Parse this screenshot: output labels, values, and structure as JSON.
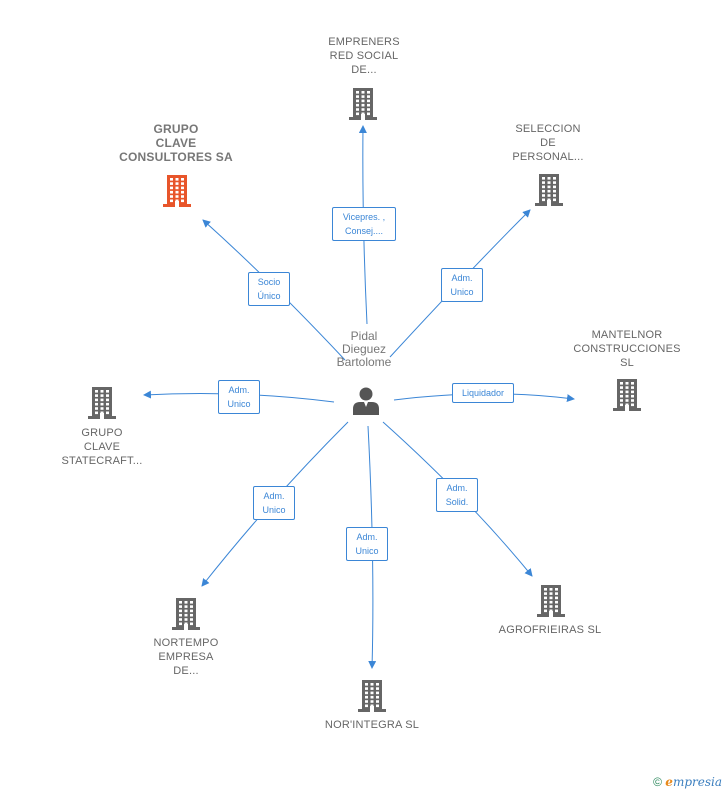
{
  "center": {
    "name": "Pidal\nDieguez\nBartolome"
  },
  "companies": [
    {
      "id": "empreners",
      "label": "EMPRENERS\nRED SOCIAL\nDE...",
      "highlight": false,
      "role": "Vicepres. ,\nConsej...."
    },
    {
      "id": "seleccion",
      "label": "SELECCION\nDE\nPERSONAL...",
      "highlight": false,
      "role": "Adm.\nUnico"
    },
    {
      "id": "mantelnor",
      "label": "MANTELNOR\nCONSTRUCCIONES\nSL",
      "highlight": false,
      "role": "Liquidador"
    },
    {
      "id": "agrofrieiras",
      "label": "AGROFRIEIRAS SL",
      "highlight": false,
      "role": "Adm.\nSolid."
    },
    {
      "id": "norintegra",
      "label": "NOR'INTEGRA SL",
      "highlight": false,
      "role": "Adm.\nUnico"
    },
    {
      "id": "nortempo",
      "label": "NORTEMPO\nEMPRESA\nDE...",
      "highlight": false,
      "role": "Adm.\nUnico"
    },
    {
      "id": "statecraft",
      "label": "GRUPO\nCLAVE\nSTATECRAFT...",
      "highlight": false,
      "role": "Adm.\nUnico"
    },
    {
      "id": "clave",
      "label": "GRUPO\nCLAVE\nCONSULTORES SA",
      "highlight": true,
      "role": "Socio\nÚnico"
    }
  ],
  "colors": {
    "edge": "#3b86d6",
    "building": "#666666",
    "building_highlight": "#e8552a",
    "person": "#555555"
  },
  "credit": {
    "symbol": "©",
    "brand_initial": "e",
    "brand_rest": "mpresia"
  }
}
